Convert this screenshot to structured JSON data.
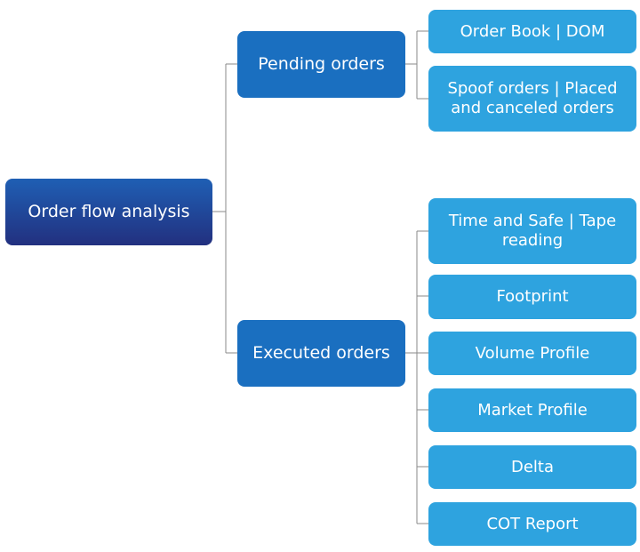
{
  "root": {
    "label": "Order flow analysis"
  },
  "groups": [
    {
      "label": "Pending orders",
      "items": [
        "Order Book | DOM",
        "Spoof orders | Placed and canceled orders"
      ]
    },
    {
      "label": "Executed orders",
      "items": [
        "Time and Safe | Tape reading",
        "Footprint",
        "Volume Profile",
        "Market Profile",
        "Delta",
        "COT Report"
      ]
    }
  ],
  "colors": {
    "root_top": "#1f5fb4",
    "root_bottom": "#22307f",
    "group": "#1a6fc0",
    "leaf": "#2ea3df",
    "connector": "#8a8a8a"
  }
}
